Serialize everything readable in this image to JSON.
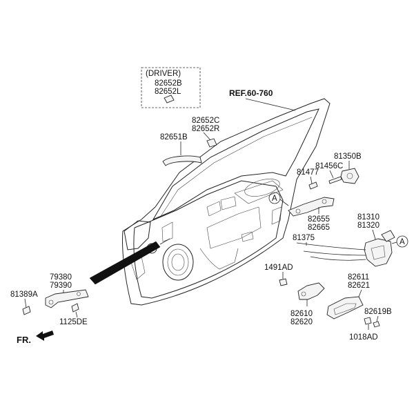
{
  "diagram": {
    "ref": "REF.60-760",
    "fr": "FR.",
    "driver_box": {
      "title": "(DRIVER)",
      "parts": [
        "82652B",
        "82652L"
      ]
    },
    "callouts": {
      "a1": "A",
      "a2": "A"
    },
    "labels": {
      "p82652c": "82652C",
      "p82652r": "82652R",
      "p82651b": "82651B",
      "p81350b": "81350B",
      "p81456c": "81456C",
      "p81477": "81477",
      "p82655": "82655",
      "p82665": "82665",
      "p81310": "81310",
      "p81320": "81320",
      "p81375": "81375",
      "p1491ad": "1491AD",
      "p79380": "79380",
      "p79390": "79390",
      "p81389a": "81389A",
      "p1125de": "1125DE",
      "p82611": "82611",
      "p82621": "82621",
      "p82619b": "82619B",
      "p82610": "82610",
      "p82620": "82620",
      "p1018ad": "1018AD"
    }
  }
}
